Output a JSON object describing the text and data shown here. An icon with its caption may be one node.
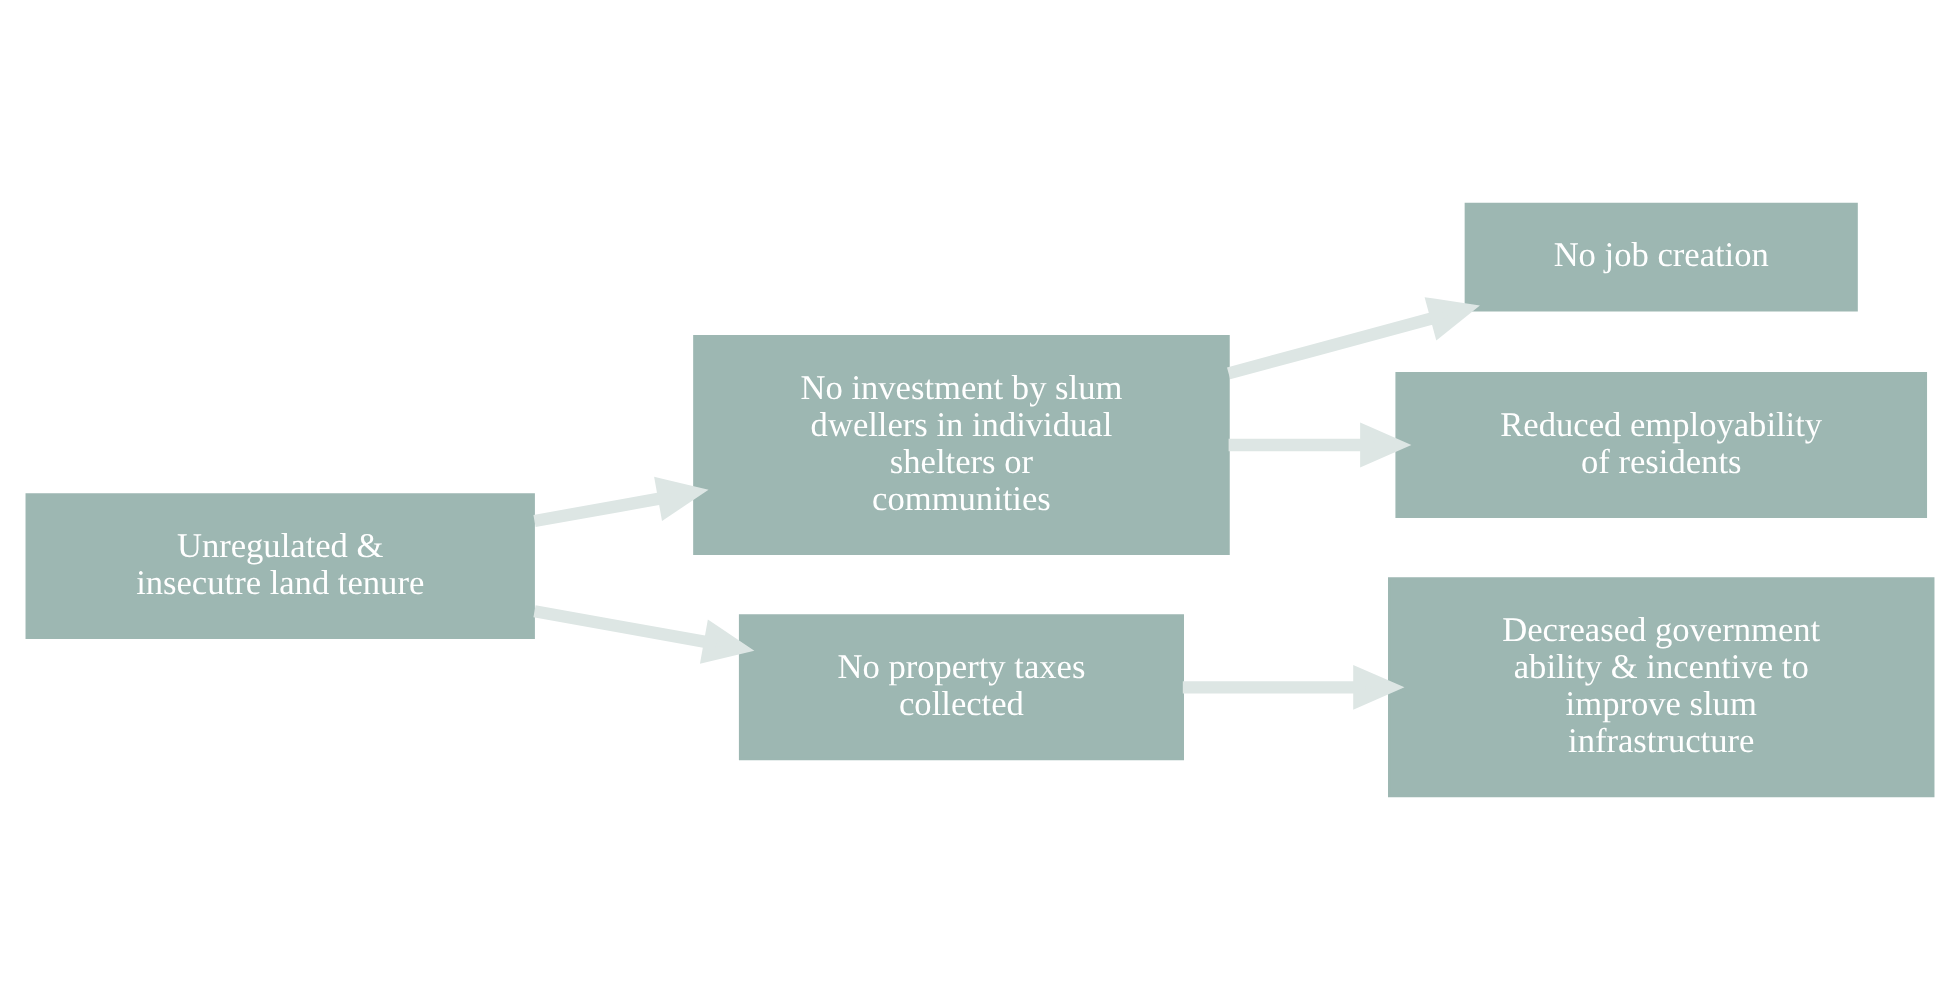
{
  "diagram": {
    "nodes": [
      {
        "text": [
          "Unregulated & insecutre land tenure"
        ]
      },
      {
        "text": [
          "No investment by slum dwellers in individual shelters or communities"
        ]
      },
      {
        "text": [
          "No property taxes collected"
        ]
      },
      {
        "text": [
          "Decreased government ability & incentive to improve slum infrastructure"
        ]
      },
      {
        "text": [
          "No job creation"
        ]
      },
      {
        "text": [
          "Reduced employability of residents"
        ]
      }
    ],
    "edges": [
      {
        "from": 0,
        "to": 1,
        "arrow": "to"
      },
      {
        "from": 0,
        "to": 2,
        "arrow": "to"
      },
      {
        "from": 1,
        "to": 4,
        "arrow": "to"
      },
      {
        "from": 1,
        "to": 5,
        "arrow": "to"
      },
      {
        "from": 2,
        "to": 3,
        "arrow": "to"
      }
    ]
  }
}
